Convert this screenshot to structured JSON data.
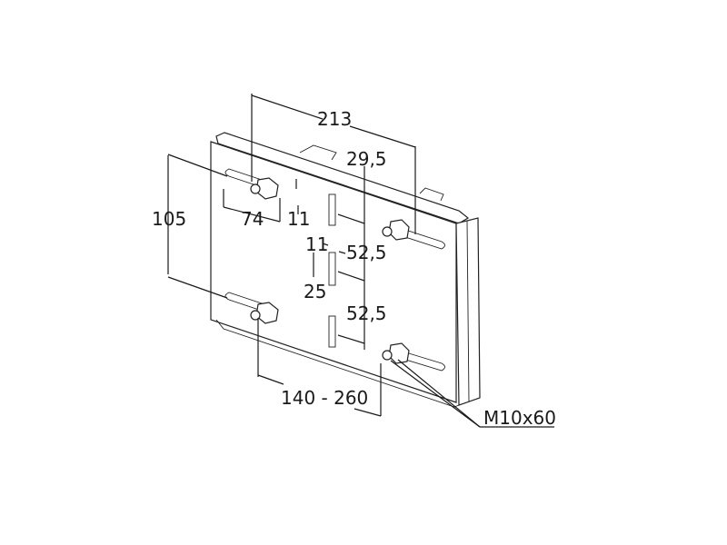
{
  "drawing": {
    "dimensions": {
      "width_213": "213",
      "offset_29_5": "29,5",
      "height_105": "105",
      "slot_74": "74",
      "slot_11": "11",
      "slot_small_11": "11",
      "pitch_52_5_a": "52,5",
      "slot_25": "25",
      "pitch_52_5_b": "52,5",
      "range_140_260": "140 - 260"
    },
    "callouts": {
      "bolt_spec": "M10x60"
    }
  }
}
